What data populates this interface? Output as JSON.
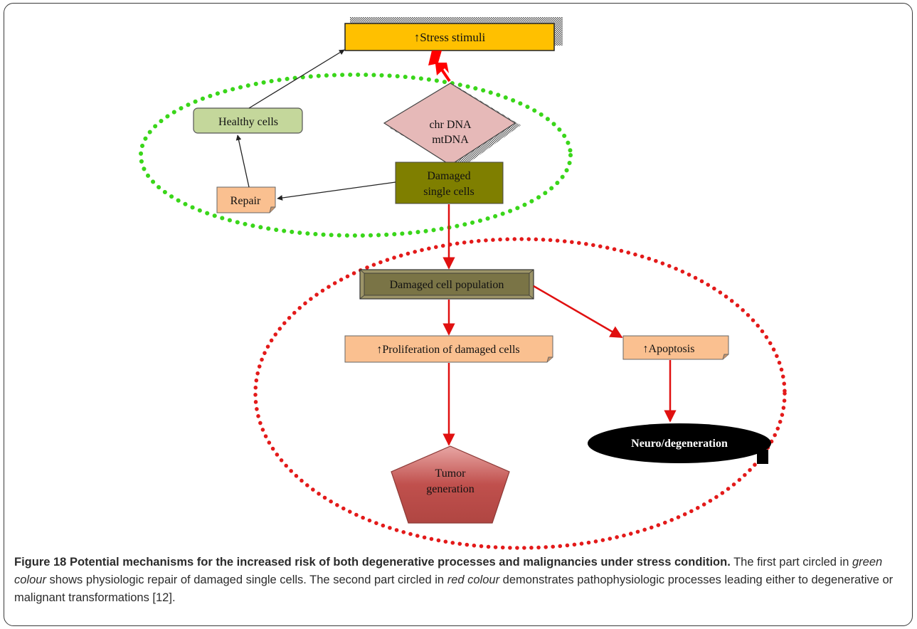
{
  "nodes": {
    "stress": "↑Stress stimuli",
    "healthy": "Healthy cells",
    "dna_line1": "chr DNA",
    "dna_line2": "mtDNA",
    "damaged_single_line1": "Damaged",
    "damaged_single_line2": "single cells",
    "repair": "Repair",
    "population": "Damaged cell population",
    "proliferation": "↑Proliferation of damaged cells",
    "apoptosis": "↑Apoptosis",
    "neuro": "Neuro/degeneration",
    "tumor_line1": "Tumor",
    "tumor_line2": "generation"
  },
  "caption": {
    "label": "Figure 18 Potential mechanisms for the increased risk of both degenerative processes and malignancies under stress condition.",
    "text_1": " The first part circled in ",
    "em_1": "green colour",
    "text_2": " shows physiologic repair of damaged single cells. The second part circled in ",
    "em_2": "red colour",
    "text_3": " demonstrates pathophysiologic processes leading either to degenerative or malignant transformations [12]."
  },
  "colors": {
    "stress_fill": "#ffc000",
    "healthy_fill": "#c4d79b",
    "dna_fill": "#e6b9b8",
    "damaged_single_fill": "#7f7f00",
    "repair_fill": "#fac090",
    "population_fill": "#7a7446",
    "tumor_fill": "#c0504d",
    "neuro_fill": "#000000",
    "green_circle": "#3ad61a",
    "red_circle": "#e31a1a"
  }
}
